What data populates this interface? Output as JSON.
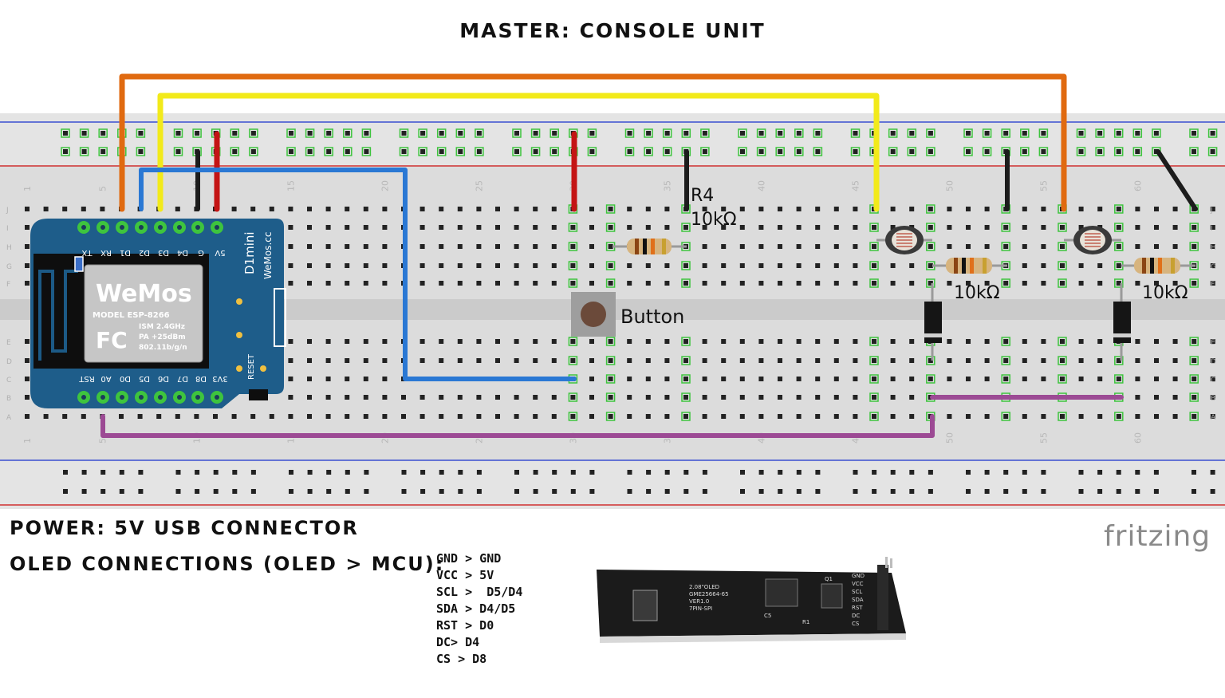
{
  "title": "MASTER:  CONSOLE UNIT",
  "board": {
    "brand": "WeMos",
    "model": "MODEL  ESP-8266",
    "fc": "FC",
    "spec_lines": [
      "ISM 2.4GHz",
      "PA +25dBm",
      "802.11b/g/n"
    ],
    "top_pins": [
      "TX",
      "RX",
      "D1",
      "D2",
      "D3",
      "D4",
      "G",
      "5V"
    ],
    "bottom_pins": [
      "RST",
      "A0",
      "D0",
      "D5",
      "D6",
      "D7",
      "D8",
      "3V3"
    ],
    "side_name": "D1mini",
    "side_site": "WeMos.cc",
    "reset": "RESET"
  },
  "components": {
    "r4_name": "R4",
    "r4_value": "10kΩ",
    "button": "Button",
    "r_value_1": "10kΩ",
    "r_value_2": "10kΩ"
  },
  "breadboard": {
    "row_letters": [
      "J",
      "I",
      "H",
      "G",
      "F",
      "E",
      "D",
      "C",
      "B",
      "A"
    ],
    "column_numbers": [
      "1",
      "5",
      "10",
      "15",
      "20",
      "25",
      "30",
      "35",
      "40",
      "45",
      "50",
      "55",
      "60"
    ]
  },
  "notes": {
    "power": "POWER: 5V USB CONNECTOR",
    "oled": "OLED CONNECTIONS (OLED > MCU):",
    "pins": [
      "GND > GND",
      "VCC > 5V",
      "SCL >  D5/D4",
      "SDA > D4/D5",
      "RST > D0",
      "DC> D4",
      "CS > D8"
    ]
  },
  "oled_module": {
    "label_lines": [
      "2.08\"OLED",
      "GME25664-65",
      "VER1.0",
      "7PIN-SPI"
    ],
    "pin_labels": [
      "GND",
      "VCC",
      "SCL",
      "SDA",
      "RST",
      "DC",
      "CS"
    ],
    "cap_label": "C5",
    "ref_labels": [
      "Q1",
      "R1"
    ]
  },
  "watermark": "fritzing",
  "colors": {
    "orange_wire": "#e06a10",
    "yellow_wire": "#f2ea1a",
    "red_wire": "#c41414",
    "black_wire": "#1c1c1c",
    "blue_wire": "#2a78d4",
    "purple_wire": "#9c4a94",
    "rail_blue": "#3a4fd0",
    "rail_red": "#d03030",
    "hole_green": "#3ec43e",
    "board_blue": "#1e5d8a"
  }
}
